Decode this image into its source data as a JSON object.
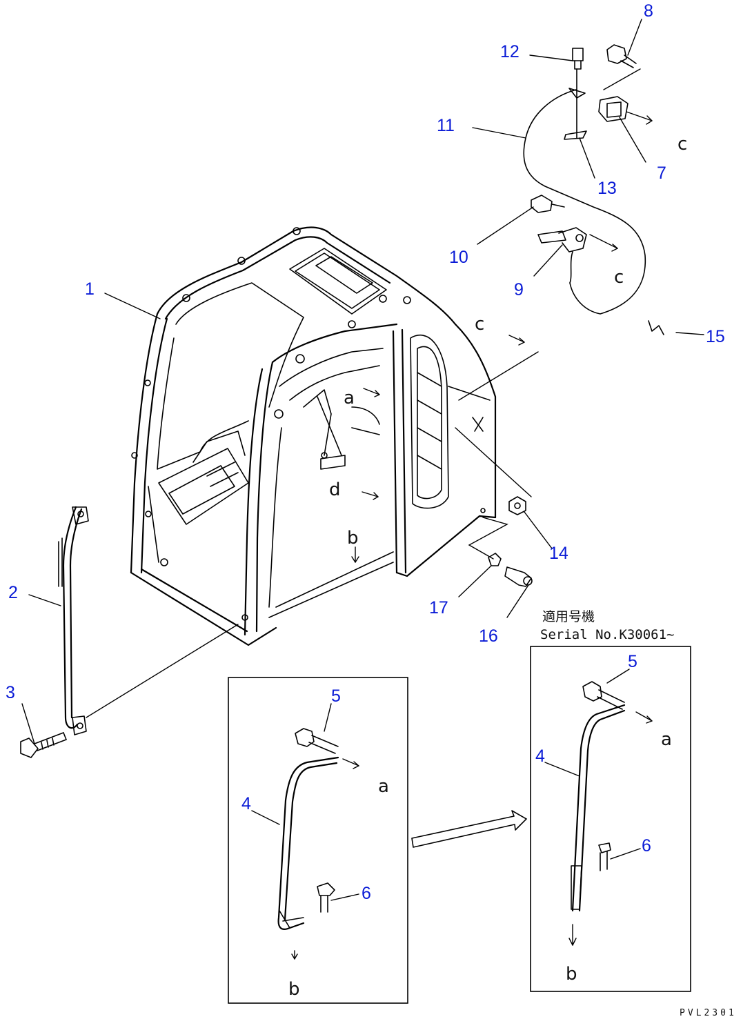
{
  "callouts": {
    "c1": "1",
    "c2": "2",
    "c3": "3",
    "c4a": "4",
    "c4b": "4",
    "c5a": "5",
    "c5b": "5",
    "c6a": "6",
    "c6b": "6",
    "c7": "7",
    "c8": "8",
    "c9": "9",
    "c10": "10",
    "c11": "11",
    "c12": "12",
    "c13": "13",
    "c14": "14",
    "c15": "15",
    "c16": "16",
    "c17": "17"
  },
  "refs": {
    "c_top": "c",
    "c_mid": "c",
    "c_cab": "c",
    "a_cab": "a",
    "d_cab": "d",
    "b_cab": "b",
    "a_detail1": "a",
    "b_detail1": "b",
    "a_detail2": "a",
    "b_detail2": "b"
  },
  "serial_note": {
    "line1": "適用号機",
    "line2": "Serial No.K30061~"
  },
  "drawing_code": "PVL2301",
  "colors": {
    "callout": "#0a1bd6",
    "line": "#000000"
  }
}
